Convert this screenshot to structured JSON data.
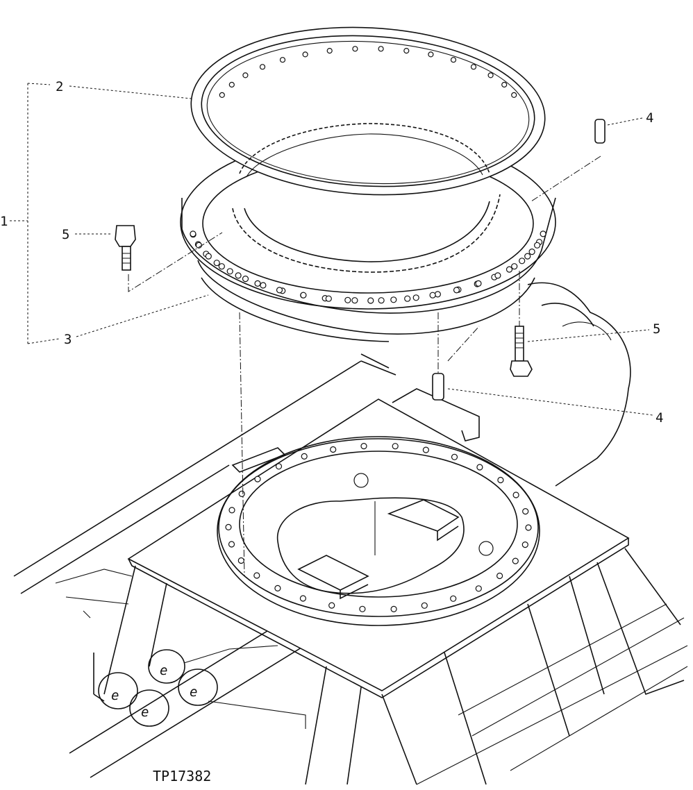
{
  "figure_id": "TP17382",
  "callouts": {
    "c1": "1",
    "c2": "2",
    "c3": "3",
    "c4_top": "4",
    "c4_bottom": "4",
    "c5_left": "5",
    "c5_right": "5"
  }
}
